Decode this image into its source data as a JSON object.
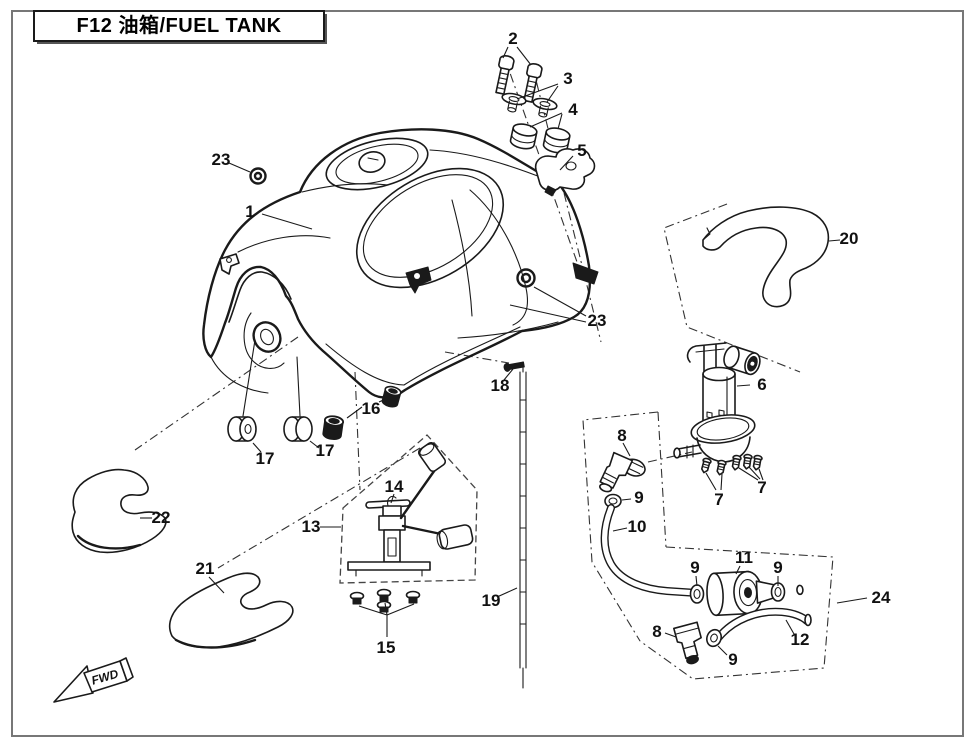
{
  "title": "F12 油箱/FUEL TANK",
  "page": {
    "fwd_label": "FWD"
  },
  "colors": {
    "background": "#ffffff",
    "line": "#1a1a1a",
    "border": "#777777"
  },
  "callouts": {
    "c1": "1",
    "c2": "2",
    "c3": "3",
    "c4": "4",
    "c5": "5",
    "c6": "6",
    "c7a": "7",
    "c7b": "7",
    "c8a": "8",
    "c8b": "8",
    "c9a": "9",
    "c9b": "9",
    "c9c": "9",
    "c9d": "9",
    "c10": "10",
    "c11": "11",
    "c12": "12",
    "c13": "13",
    "c14": "14",
    "c15": "15",
    "c16": "16",
    "c17a": "17",
    "c17b": "17",
    "c18": "18",
    "c19": "19",
    "c20": "20",
    "c21": "21",
    "c22": "22",
    "c23a": "23",
    "c23b": "23",
    "c24": "24"
  }
}
